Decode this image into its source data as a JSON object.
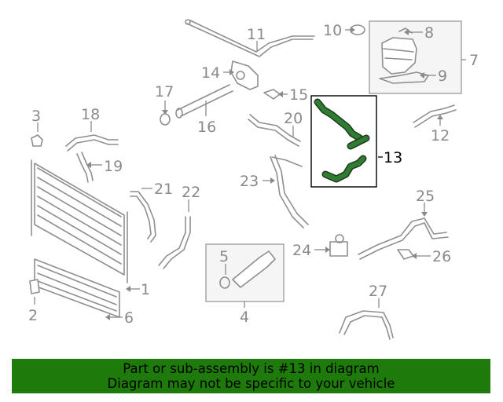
{
  "diagram": {
    "labels": {
      "p1": "1",
      "p2": "2",
      "p3": "3",
      "p4": "4",
      "p5": "5",
      "p6": "6",
      "p7": "7",
      "p8": "8",
      "p9": "9",
      "p10": "10",
      "p11": "11",
      "p12": "12",
      "p13": "13",
      "p14": "14",
      "p15": "15",
      "p16": "16",
      "p17": "17",
      "p18": "18",
      "p19": "19",
      "p20": "20",
      "p21": "21",
      "p22": "22",
      "p23": "23",
      "p24": "24",
      "p25": "25",
      "p26": "26",
      "p27": "27"
    },
    "highlighted_part": "13",
    "colors": {
      "highlight": "#2e7d32",
      "banner": "#1e7a0a",
      "parts": "#8f8f8f"
    }
  },
  "banner": {
    "line1": "Part or sub-assembly is #13 in diagram",
    "line2": "Diagram may not be specific to your vehicle"
  }
}
